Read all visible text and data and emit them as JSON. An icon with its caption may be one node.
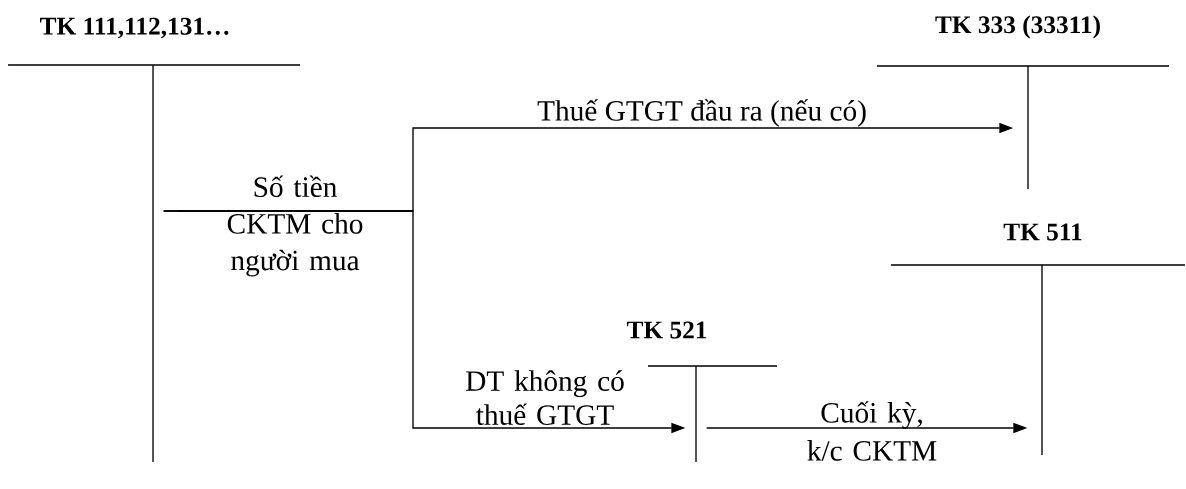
{
  "diagram": {
    "nodes": [
      {
        "text": [
          "TK 111,112,131…"
        ]
      },
      {
        "text": [
          "TK 333 (33311)"
        ]
      },
      {
        "text": [
          "TK 511"
        ]
      },
      {
        "text": [
          "TK 521"
        ]
      }
    ],
    "edges": [
      {
        "from": 0,
        "to": 1,
        "arrow": "to",
        "label": "Thuế GTGT đầu ra (nếu có)"
      },
      {
        "from": 0,
        "to": 3,
        "arrow": "to",
        "label": "DT không có thuế GTGT"
      },
      {
        "from": 3,
        "to": 2,
        "arrow": "to",
        "label": "Cuối kỳ, k/c CKTM"
      }
    ],
    "labels": [
      "Số tiền CKTM cho người mua"
    ]
  }
}
